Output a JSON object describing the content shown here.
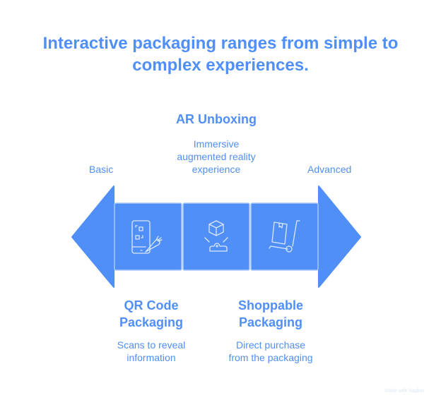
{
  "title": {
    "line1": "Interactive packaging ranges from simple to",
    "line2": "complex experiences."
  },
  "scale": {
    "left_label": "Basic",
    "right_label": "Advanced"
  },
  "stages": [
    {
      "heading_lines": [
        "QR Code",
        "Packaging"
      ],
      "description_lines": [
        "Scans to reveal",
        "information"
      ],
      "icon": "qr-phone-carrot-icon",
      "position": "below"
    },
    {
      "heading_lines": [
        "AR Unboxing"
      ],
      "description_lines": [
        "Immersive",
        "augmented reality",
        "experience"
      ],
      "icon": "ar-cube-projector-icon",
      "position": "above"
    },
    {
      "heading_lines": [
        "Shoppable",
        "Packaging"
      ],
      "description_lines": [
        "Direct purchase",
        "from the packaging"
      ],
      "icon": "hand-truck-box-icon",
      "position": "below"
    }
  ],
  "colors": {
    "accent": "#4f8ff7",
    "box_border": "#a9c9fb",
    "icon_stroke": "#dbe8fd",
    "background": "#ffffff"
  },
  "watermark": "Made with Napkin"
}
